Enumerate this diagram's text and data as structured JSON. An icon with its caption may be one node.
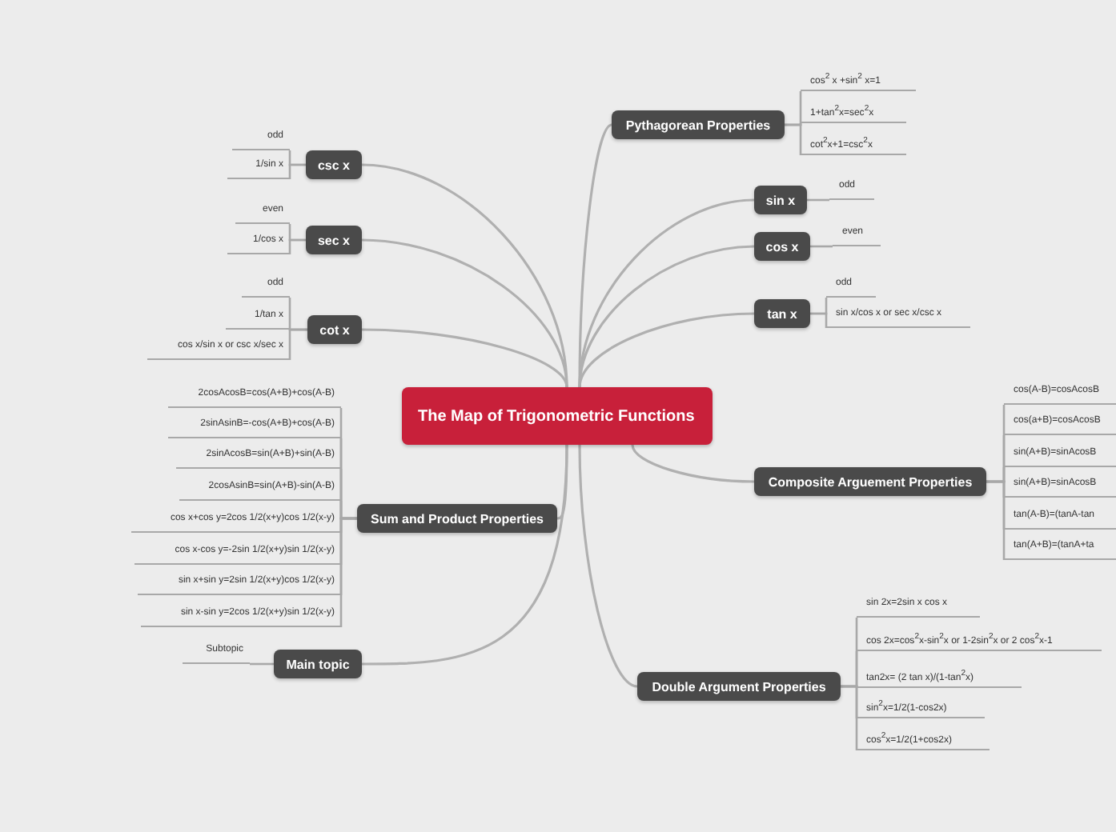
{
  "diagram": {
    "nodes": [
      {
        "text": [
          "The Map of Trigonometric Functions"
        ]
      },
      {
        "text": [
          "Pythagorean Properties"
        ]
      },
      {
        "text": [
          "cos$^{2}$ x +sin$^{2}$ x=1"
        ]
      },
      {
        "text": [
          "1+tan$^{2}$x=sec$^{2}$x"
        ]
      },
      {
        "text": [
          "cot$^{2}$x+1=csc$^{2}$x"
        ]
      },
      {
        "text": [
          "sin x"
        ]
      },
      {
        "text": [
          "odd"
        ]
      },
      {
        "text": [
          "cos x"
        ]
      },
      {
        "text": [
          "even"
        ]
      },
      {
        "text": [
          "tan x"
        ]
      },
      {
        "text": [
          "odd"
        ]
      },
      {
        "text": [
          "sin x/cos x or sec x/csc x"
        ]
      },
      {
        "text": [
          "Composite Arguement Properties"
        ]
      },
      {
        "text": [
          "cos(A-B)=cosAcosB"
        ]
      },
      {
        "text": [
          "cos(a+B)=cosAcosB"
        ]
      },
      {
        "text": [
          "sin(A+B)=sinAcosB"
        ]
      },
      {
        "text": [
          "sin(A+B)=sinAcosB"
        ]
      },
      {
        "text": [
          "tan(A-B)=(tanA-tan"
        ]
      },
      {
        "text": [
          "tan(A+B)=(tanA+ta"
        ]
      },
      {
        "text": [
          "Double Argument Properties"
        ]
      },
      {
        "text": [
          "sin 2x=2sin x cos x"
        ]
      },
      {
        "text": [
          "cos 2x=cos$^{2}$x-sin$^{2}$x or 1-2sin$^{2}$x or 2 cos$^{2}$x-1"
        ]
      },
      {
        "text": [
          "tan2x= (2 tan x)/(1-tan$^{2}$x)"
        ]
      },
      {
        "text": [
          "sin$^{2}$x=1/2(1-cos2x)"
        ]
      },
      {
        "text": [
          "cos$^{2}$x=1/2(1+cos2x)"
        ]
      },
      {
        "text": [
          "csc x"
        ]
      },
      {
        "text": [
          "odd"
        ]
      },
      {
        "text": [
          "1/sin x"
        ]
      },
      {
        "text": [
          "sec x"
        ]
      },
      {
        "text": [
          "even"
        ]
      },
      {
        "text": [
          "1/cos x"
        ]
      },
      {
        "text": [
          "cot x"
        ]
      },
      {
        "text": [
          "odd"
        ]
      },
      {
        "text": [
          "1/tan x"
        ]
      },
      {
        "text": [
          "cos x/sin x or csc x/sec x"
        ]
      },
      {
        "text": [
          "Sum and Product Properties"
        ]
      },
      {
        "text": [
          "2cosAcosB=cos(A+B)+cos(A-B)"
        ]
      },
      {
        "text": [
          "2sinAsinB=-cos(A+B)+cos(A-B)"
        ]
      },
      {
        "text": [
          "2sinAcosB=sin(A+B)+sin(A-B)"
        ]
      },
      {
        "text": [
          "2cosAsinB=sin(A+B)-sin(A-B)"
        ]
      },
      {
        "text": [
          "cos x+cos y=2cos 1/2(x+y)cos 1/2(x-y)"
        ]
      },
      {
        "text": [
          "cos x-cos y=-2sin 1/2(x+y)sin 1/2(x-y)"
        ]
      },
      {
        "text": [
          "sin x+sin y=2sin 1/2(x+y)cos 1/2(x-y)"
        ]
      },
      {
        "text": [
          "sin x-sin y=2cos 1/2(x+y)sin 1/2(x-y)"
        ]
      },
      {
        "text": [
          "Main topic"
        ]
      },
      {
        "text": [
          "Subtopic"
        ]
      }
    ],
    "edges": [
      {
        "from": 0,
        "to": 1,
        "arrow": "none"
      },
      {
        "from": 1,
        "to": 2,
        "arrow": "none"
      },
      {
        "from": 1,
        "to": 3,
        "arrow": "none"
      },
      {
        "from": 1,
        "to": 4,
        "arrow": "none"
      },
      {
        "from": 0,
        "to": 5,
        "arrow": "none"
      },
      {
        "from": 5,
        "to": 6,
        "arrow": "none"
      },
      {
        "from": 0,
        "to": 7,
        "arrow": "none"
      },
      {
        "from": 7,
        "to": 8,
        "arrow": "none"
      },
      {
        "from": 0,
        "to": 9,
        "arrow": "none"
      },
      {
        "from": 9,
        "to": 10,
        "arrow": "none"
      },
      {
        "from": 9,
        "to": 11,
        "arrow": "none"
      },
      {
        "from": 0,
        "to": 12,
        "arrow": "none"
      },
      {
        "from": 12,
        "to": 13,
        "arrow": "none"
      },
      {
        "from": 12,
        "to": 14,
        "arrow": "none"
      },
      {
        "from": 12,
        "to": 15,
        "arrow": "none"
      },
      {
        "from": 12,
        "to": 16,
        "arrow": "none"
      },
      {
        "from": 12,
        "to": 17,
        "arrow": "none"
      },
      {
        "from": 12,
        "to": 18,
        "arrow": "none"
      },
      {
        "from": 0,
        "to": 19,
        "arrow": "none"
      },
      {
        "from": 19,
        "to": 20,
        "arrow": "none"
      },
      {
        "from": 19,
        "to": 21,
        "arrow": "none"
      },
      {
        "from": 19,
        "to": 22,
        "arrow": "none"
      },
      {
        "from": 19,
        "to": 23,
        "arrow": "none"
      },
      {
        "from": 19,
        "to": 24,
        "arrow": "none"
      },
      {
        "from": 0,
        "to": 25,
        "arrow": "none"
      },
      {
        "from": 25,
        "to": 26,
        "arrow": "none"
      },
      {
        "from": 25,
        "to": 27,
        "arrow": "none"
      },
      {
        "from": 0,
        "to": 28,
        "arrow": "none"
      },
      {
        "from": 28,
        "to": 29,
        "arrow": "none"
      },
      {
        "from": 28,
        "to": 30,
        "arrow": "none"
      },
      {
        "from": 0,
        "to": 31,
        "arrow": "none"
      },
      {
        "from": 31,
        "to": 32,
        "arrow": "none"
      },
      {
        "from": 31,
        "to": 33,
        "arrow": "none"
      },
      {
        "from": 31,
        "to": 34,
        "arrow": "none"
      },
      {
        "from": 0,
        "to": 35,
        "arrow": "none"
      },
      {
        "from": 35,
        "to": 36,
        "arrow": "none"
      },
      {
        "from": 35,
        "to": 37,
        "arrow": "none"
      },
      {
        "from": 35,
        "to": 38,
        "arrow": "none"
      },
      {
        "from": 35,
        "to": 39,
        "arrow": "none"
      },
      {
        "from": 35,
        "to": 40,
        "arrow": "none"
      },
      {
        "from": 35,
        "to": 41,
        "arrow": "none"
      },
      {
        "from": 35,
        "to": 42,
        "arrow": "none"
      },
      {
        "from": 35,
        "to": 43,
        "arrow": "none"
      },
      {
        "from": 0,
        "to": 44,
        "arrow": "none"
      },
      {
        "from": 44,
        "to": 45,
        "arrow": "none"
      }
    ]
  }
}
